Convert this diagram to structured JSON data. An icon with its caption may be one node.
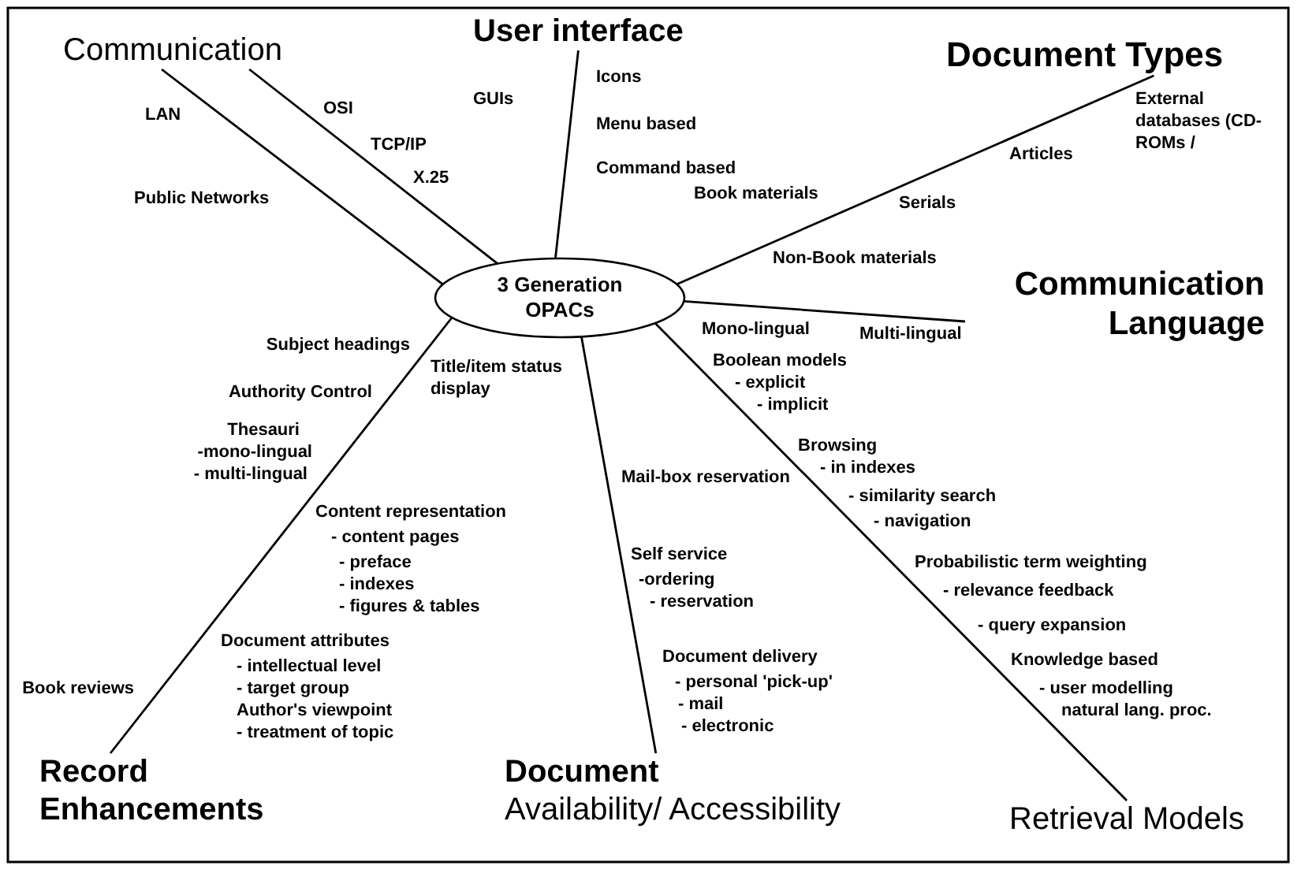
{
  "diagram": {
    "nodes": [
      {
        "text": [
          "3 Generation OPACs"
        ]
      },
      {
        "text": [
          "Communication"
        ]
      },
      {
        "text": [
          "User interface"
        ]
      },
      {
        "text": [
          "Document Types"
        ]
      },
      {
        "text": [
          "Communication Language"
        ]
      },
      {
        "text": [
          "Retrieval Models"
        ]
      },
      {
        "text": [
          "Document",
          "Availability/ Accessibility"
        ]
      },
      {
        "text": [
          "Record Enhancements"
        ]
      }
    ],
    "edges": [
      {
        "from": 0,
        "to": 1,
        "arrow": "none"
      },
      {
        "from": 0,
        "to": 1,
        "arrow": "none"
      },
      {
        "from": 0,
        "to": 2,
        "arrow": "none"
      },
      {
        "from": 0,
        "to": 3,
        "arrow": "none"
      },
      {
        "from": 0,
        "to": 4,
        "arrow": "none"
      },
      {
        "from": 0,
        "to": 5,
        "arrow": "none"
      },
      {
        "from": 0,
        "to": 6,
        "arrow": "none"
      },
      {
        "from": 0,
        "to": 7,
        "arrow": "none"
      }
    ],
    "labels": [
      "OSI",
      "TCP/IP",
      "X.25",
      "LAN",
      "Public Networks",
      "Icons",
      "GUIs",
      "Menu based",
      "Command based",
      "Book materials",
      "Non-Book materials",
      "Serials",
      "Articles",
      "External databases (CD-ROMs /",
      "Mono-lingual",
      "Multi-lingual",
      "Boolean models",
      "- explicit",
      "- implicit",
      "Browsing",
      "- in indexes",
      "- similarity search",
      "- navigation",
      "Probabilistic term weighting",
      "- relevance feedback",
      "- query expansion",
      "Knowledge based",
      "- user modelling",
      "natural lang. proc.",
      "Title/item status display",
      "Mail-box reservation",
      "Self service",
      "-ordering",
      "- reservation",
      "Document delivery",
      "- personal 'pick-up'",
      "- mail",
      "- electronic",
      "Subject headings",
      "Authority Control",
      "Thesauri",
      "-mono-lingual",
      "- multi-lingual",
      "Content representation",
      "- content pages",
      "- preface",
      "- indexes",
      "- figures & tables",
      "Document attributes",
      "- intellectual level",
      "- target group",
      "Author's viewpoint",
      "- treatment of topic",
      "Book reviews"
    ]
  }
}
